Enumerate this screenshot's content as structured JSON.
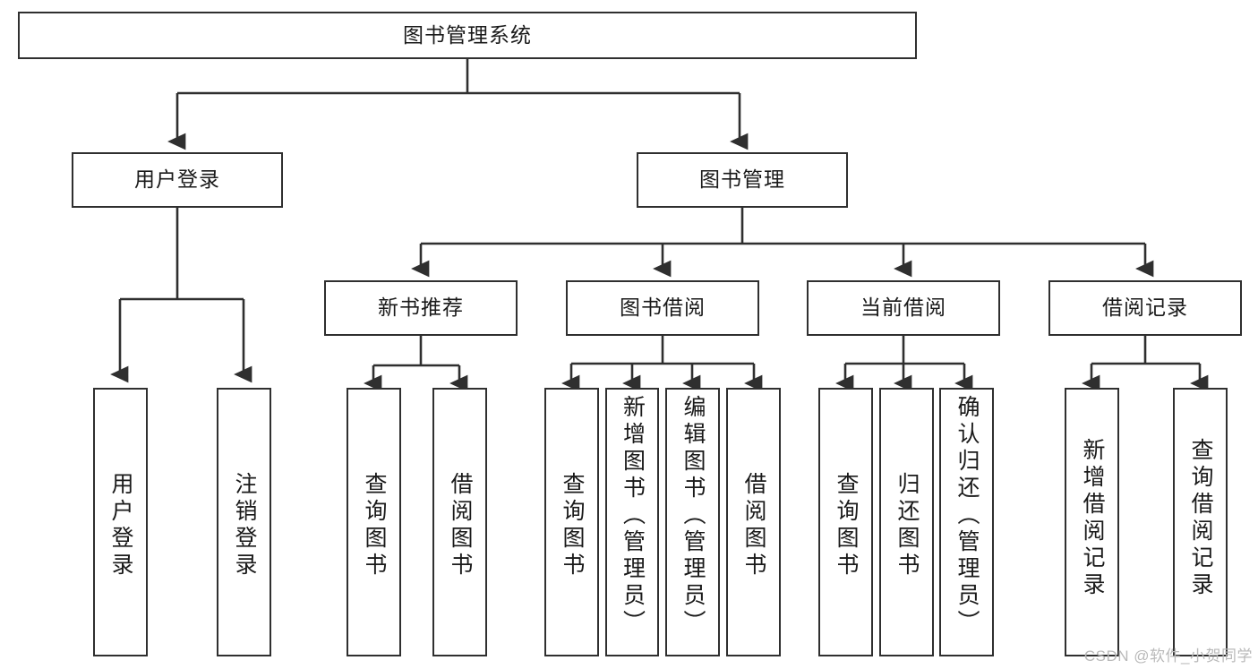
{
  "diagram": {
    "title": "图书管理系统",
    "type": "tree-diagram",
    "root": {
      "label": "图书管理系统"
    },
    "level2": [
      {
        "label": "用户登录"
      },
      {
        "label": "图书管理"
      }
    ],
    "level3": [
      {
        "label": "新书推荐"
      },
      {
        "label": "图书借阅"
      },
      {
        "label": "当前借阅"
      },
      {
        "label": "借阅记录"
      }
    ],
    "leaves": {
      "user_login": [
        {
          "label": "用户登录"
        },
        {
          "label": "注销登录"
        }
      ],
      "new_book_recommend": [
        {
          "label": "查询图书"
        },
        {
          "label": "借阅图书"
        }
      ],
      "book_borrow": [
        {
          "label": "查询图书"
        },
        {
          "label": "新增图书（管理员）"
        },
        {
          "label": "编辑图书（管理员）"
        },
        {
          "label": "借阅图书"
        }
      ],
      "current_borrow": [
        {
          "label": "查询图书"
        },
        {
          "label": "归还图书"
        },
        {
          "label": "确认归还（管理员）"
        }
      ],
      "borrow_record": [
        {
          "label": "新增借阅记录"
        },
        {
          "label": "查询借阅记录"
        }
      ]
    }
  },
  "watermark": {
    "text": "CSDN @软件_小贺同学"
  },
  "colors": {
    "border": "#2f2f2f",
    "background": "#ffffff",
    "text": "#1a1a1a",
    "watermark": "#b9b9b9"
  }
}
